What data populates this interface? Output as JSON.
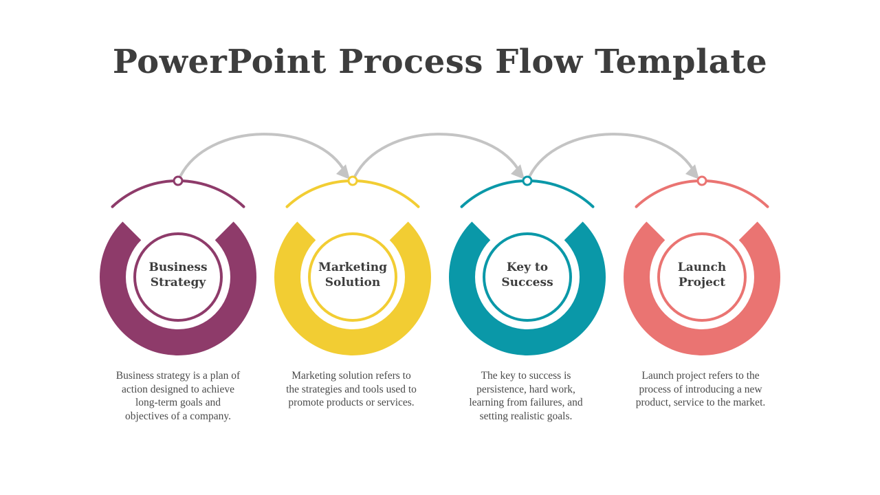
{
  "title": "PowerPoint Process Flow Template",
  "steps": [
    {
      "label_line1": "Business",
      "label_line2": "Strategy",
      "description": "Business strategy is a plan of action designed to achieve long-term goals and objectives of a company.",
      "color": "#8e3b6a",
      "icon": "ring-icon"
    },
    {
      "label_line1": "Marketing",
      "label_line2": "Solution",
      "description": "Marketing solution refers to the strategies and tools used to promote products or services.",
      "color": "#f2cd33",
      "icon": "ring-icon"
    },
    {
      "label_line1": "Key to",
      "label_line2": "Success",
      "description": "The key to success is persistence, hard work, learning from failures, and setting realistic goals.",
      "color": "#0a98a8",
      "icon": "ring-icon"
    },
    {
      "label_line1": "Launch",
      "label_line2": "Project",
      "description": "Launch project refers to the process of introducing a new product, service to the market.",
      "color": "#ea7472",
      "icon": "ring-icon"
    }
  ],
  "connector_color": "#c4c4c4"
}
